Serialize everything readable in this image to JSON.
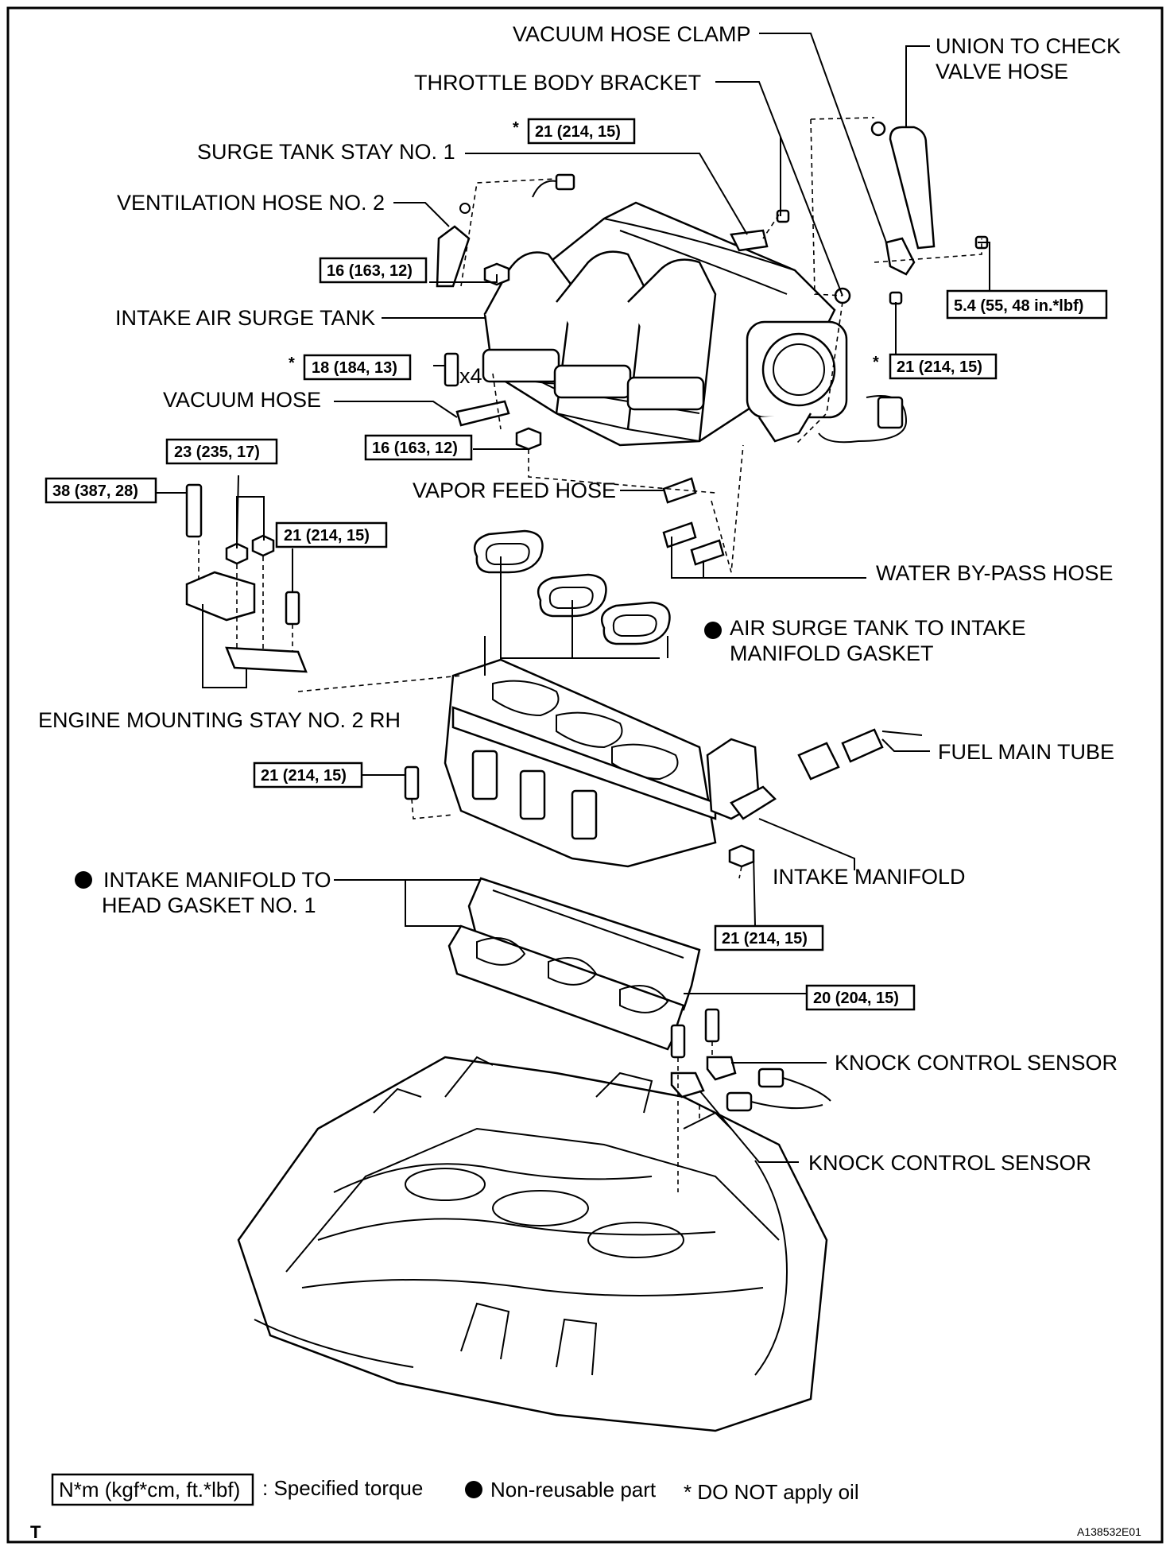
{
  "labels": {
    "vacuum_hose_clamp": "VACUUM HOSE CLAMP",
    "union_to_check_valve_hose_1": "UNION TO CHECK",
    "union_to_check_valve_hose_2": "VALVE HOSE",
    "throttle_body_bracket": "THROTTLE BODY BRACKET",
    "surge_tank_stay_no1": "SURGE TANK STAY NO. 1",
    "ventilation_hose_no2": "VENTILATION HOSE NO. 2",
    "intake_air_surge_tank": "INTAKE AIR SURGE TANK",
    "vacuum_hose": "VACUUM HOSE",
    "vapor_feed_hose": "VAPOR FEED HOSE",
    "water_bypass_hose": "WATER BY-PASS HOSE",
    "air_surge_gasket_1": "AIR SURGE TANK TO INTAKE",
    "air_surge_gasket_2": "MANIFOLD GASKET",
    "engine_mounting_stay": "ENGINE MOUNTING STAY NO. 2 RH",
    "fuel_main_tube": "FUEL MAIN TUBE",
    "intake_manifold_gasket_1": "INTAKE MANIFOLD TO",
    "intake_manifold_gasket_2": "HEAD GASKET NO. 1",
    "intake_manifold": "INTAKE MANIFOLD",
    "knock_sensor_1": "KNOCK CONTROL SENSOR",
    "knock_sensor_2": "KNOCK CONTROL SENSOR"
  },
  "torques": {
    "t_21_top": "21 (214, 15)",
    "t_16_a": "16 (163, 12)",
    "t_5_4": "5.4 (55, 48 in.*lbf)",
    "t_18": "18 (184, 13)",
    "t_21_tb": "21 (214, 15)",
    "t_16_b": "16 (163, 12)",
    "t_23": "23 (235, 17)",
    "t_38": "38 (387, 28)",
    "t_21_stay": "21 (214, 15)",
    "t_21_left": "21 (214, 15)",
    "t_21_im": "21 (214, 15)",
    "t_20": "20 (204, 15)"
  },
  "marks": {
    "asterisk": "*",
    "x4": "x4"
  },
  "legend": {
    "torque_unit": "N*m (kgf*cm, ft.*lbf)",
    "torque_desc": ": Specified torque",
    "nonreusable": "Non-reusable part",
    "no_oil": "* DO NOT apply oil"
  },
  "footer": {
    "corner_letter": "T",
    "figure_id": "A138532E01"
  }
}
